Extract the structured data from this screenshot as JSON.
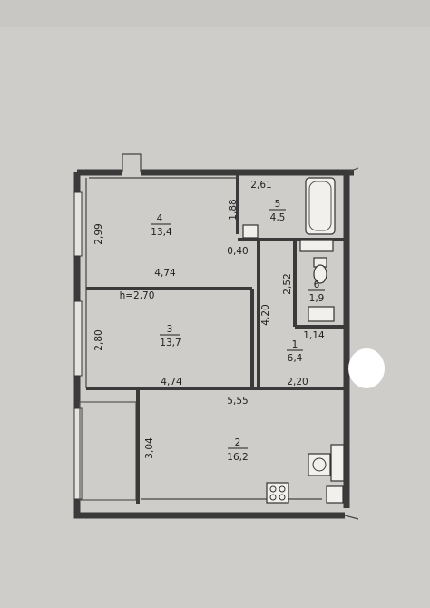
{
  "rooms": [
    {
      "id": "r4",
      "number": "4",
      "area": "13,4"
    },
    {
      "id": "r5",
      "number": "5",
      "area": "4,5"
    },
    {
      "id": "r6",
      "number": "6",
      "area": "1,9"
    },
    {
      "id": "r3",
      "number": "3",
      "area": "13,7"
    },
    {
      "id": "r1",
      "number": "1",
      "area": "6,4"
    },
    {
      "id": "r2",
      "number": "2",
      "area": "16,2"
    }
  ],
  "dimensions": {
    "d_299": "2,99",
    "d_474a": "4,74",
    "d_188": "1,88",
    "d_040": "0,40",
    "d_261": "2,61",
    "d_252": "2,52",
    "d_280": "2,80",
    "d_474b": "4,74",
    "d_420": "4,20",
    "d_114": "1,14",
    "d_220": "2,20",
    "d_555": "5,55",
    "d_304": "3,04",
    "ceiling": "h=2,70"
  },
  "colors": {
    "background": "#cfcdca",
    "wall": "#3a3a3a",
    "label": "#222222",
    "redaction": "#ffffff"
  }
}
